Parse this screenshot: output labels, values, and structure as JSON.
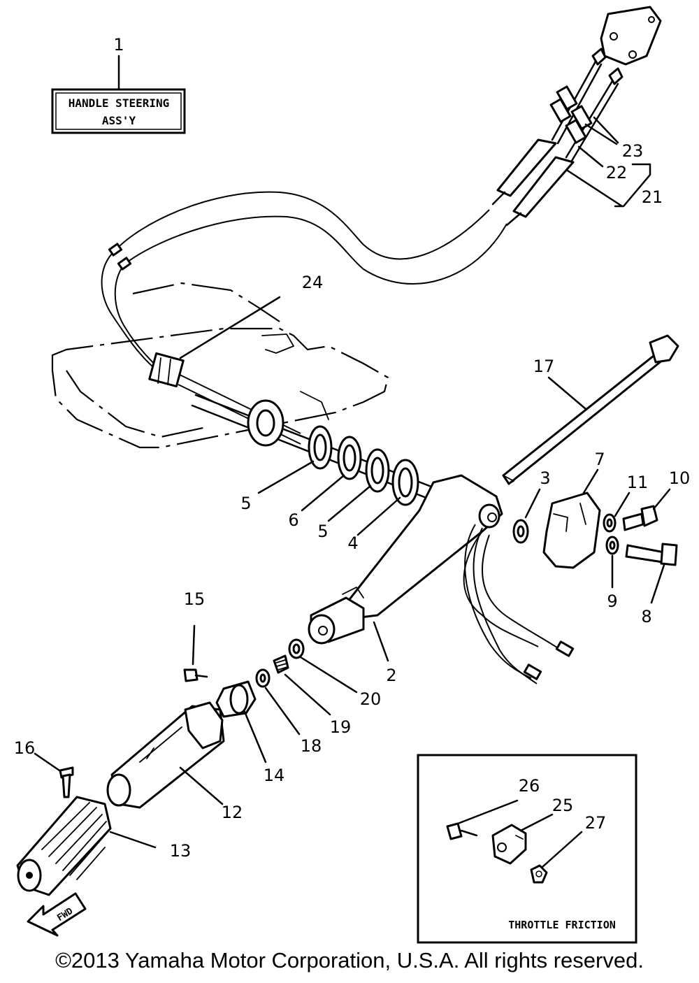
{
  "assembly_box": {
    "line1": "HANDLE STEERING",
    "line2": "ASS'Y",
    "ref": "1"
  },
  "inset_box": {
    "caption": "THROTTLE FRICTION"
  },
  "fwd_label": "FWD",
  "callouts": {
    "n1": "1",
    "n2": "2",
    "n3": "3",
    "n4": "4",
    "n5a": "5",
    "n5b": "5",
    "n6": "6",
    "n7": "7",
    "n8": "8",
    "n9": "9",
    "n10": "10",
    "n11": "11",
    "n12": "12",
    "n13": "13",
    "n14": "14",
    "n15": "15",
    "n16": "16",
    "n17": "17",
    "n18": "18",
    "n19": "19",
    "n20": "20",
    "n21": "21",
    "n22": "22",
    "n23": "23",
    "n24": "24",
    "n25": "25",
    "n26": "26",
    "n27": "27"
  },
  "copyright": "©2013 Yamaha Motor Corporation, U.S.A. All rights reserved."
}
